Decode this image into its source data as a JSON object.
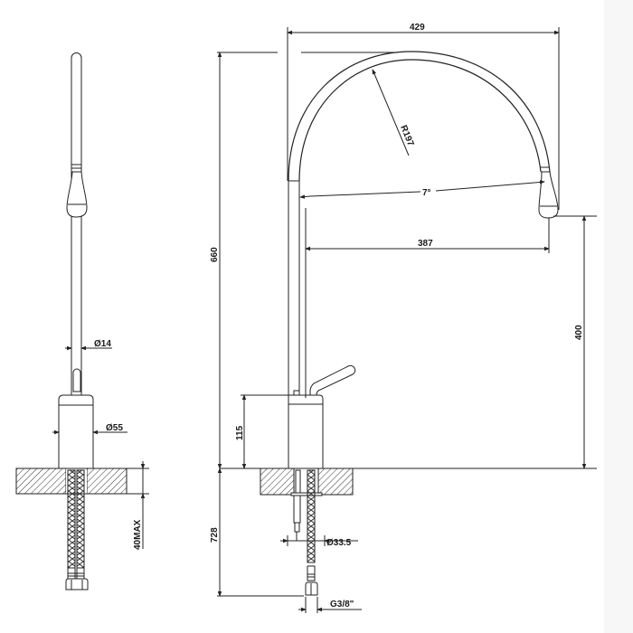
{
  "drawing": {
    "type": "technical-drawing",
    "subject": "single-lever basin mixer with arc spout",
    "views": [
      "side-view",
      "front-view"
    ],
    "colors": {
      "line": "#222222",
      "background": "#ffffff",
      "margin_strip": "#f7f7f7"
    }
  },
  "dimensions": {
    "spout_reach_total": "429",
    "arc_radius": "R197",
    "spout_angle": "7°",
    "spout_reach_outlet": "387",
    "overall_height": "660",
    "outlet_height": "400",
    "body_height": "115",
    "pipe_diameter": "Ø14",
    "body_diameter": "Ø55",
    "countertop_max": "40MAX",
    "hose_length": "728",
    "shank_diameter": "Ø33.5",
    "connection_thread": "G3/8\""
  }
}
